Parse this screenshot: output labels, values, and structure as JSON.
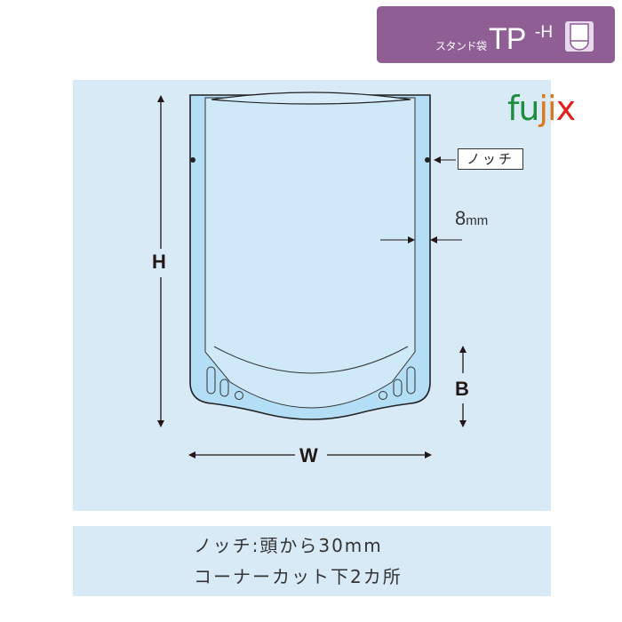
{
  "banner": {
    "subtitle": "スタンド袋",
    "product_code": "TP",
    "product_suffix": "-H",
    "icon": "stand-pouch-icon",
    "color": "#8e5e95"
  },
  "logo": {
    "letters": [
      "f",
      "u",
      "j",
      "i",
      "x"
    ],
    "colors": [
      "#1e8e3e",
      "#1e8e3e",
      "#d7791e",
      "#d7791e",
      "#e3201b"
    ]
  },
  "diagram": {
    "dimension_labels": {
      "height": "H",
      "width": "W",
      "bottom_gusset": "B"
    },
    "notch_label": "ノッチ",
    "seal_width_value": "8",
    "seal_width_unit": "mm",
    "colors": {
      "panel_bg": "#d9eaf7",
      "pouch_fill": "#cfe9f9",
      "seal_fill": "#b3def5",
      "outline": "#222222"
    }
  },
  "notes": {
    "line1": "ノッチ:頭から30mm",
    "line2": "コーナーカット下2カ所"
  }
}
